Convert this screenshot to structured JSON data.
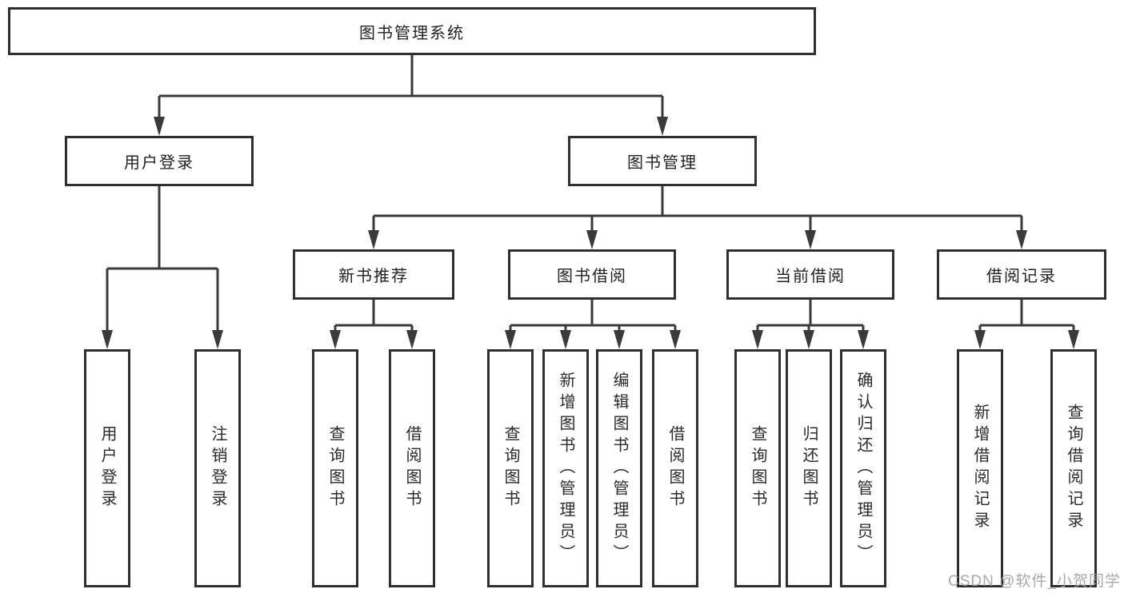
{
  "page": {
    "background": "#ffffff"
  },
  "diagram": {
    "root": {
      "label": "图书管理系统"
    },
    "level2": [
      {
        "label": "用户登录"
      },
      {
        "label": "图书管理"
      }
    ],
    "level3": [
      {
        "label": "新书推荐",
        "parent": "图书管理"
      },
      {
        "label": "图书借阅",
        "parent": "图书管理"
      },
      {
        "label": "当前借阅",
        "parent": "图书管理"
      },
      {
        "label": "借阅记录",
        "parent": "图书管理"
      }
    ],
    "leaves": [
      {
        "label": "用户登录",
        "parent": "用户登录"
      },
      {
        "label": "注销登录",
        "parent": "用户登录"
      },
      {
        "label": "查询图书",
        "parent": "新书推荐"
      },
      {
        "label": "借阅图书",
        "parent": "新书推荐"
      },
      {
        "label": "查询图书",
        "parent": "图书借阅"
      },
      {
        "label": "新增图书（管理员）",
        "parent": "图书借阅"
      },
      {
        "label": "编辑图书（管理员）",
        "parent": "图书借阅"
      },
      {
        "label": "借阅图书",
        "parent": "图书借阅"
      },
      {
        "label": "查询图书",
        "parent": "当前借阅"
      },
      {
        "label": "归还图书",
        "parent": "当前借阅"
      },
      {
        "label": "确认归还（管理员）",
        "parent": "当前借阅"
      },
      {
        "label": "新增借阅记录",
        "parent": "借阅记录"
      },
      {
        "label": "查询借阅记录",
        "parent": "借阅记录"
      }
    ],
    "colors": {
      "line": "#3a3a3a",
      "border": "#2f2f2f",
      "text": "#222222",
      "watermark": "#a8a8a8"
    },
    "watermark": "CSDN @软件_小贺同学"
  }
}
